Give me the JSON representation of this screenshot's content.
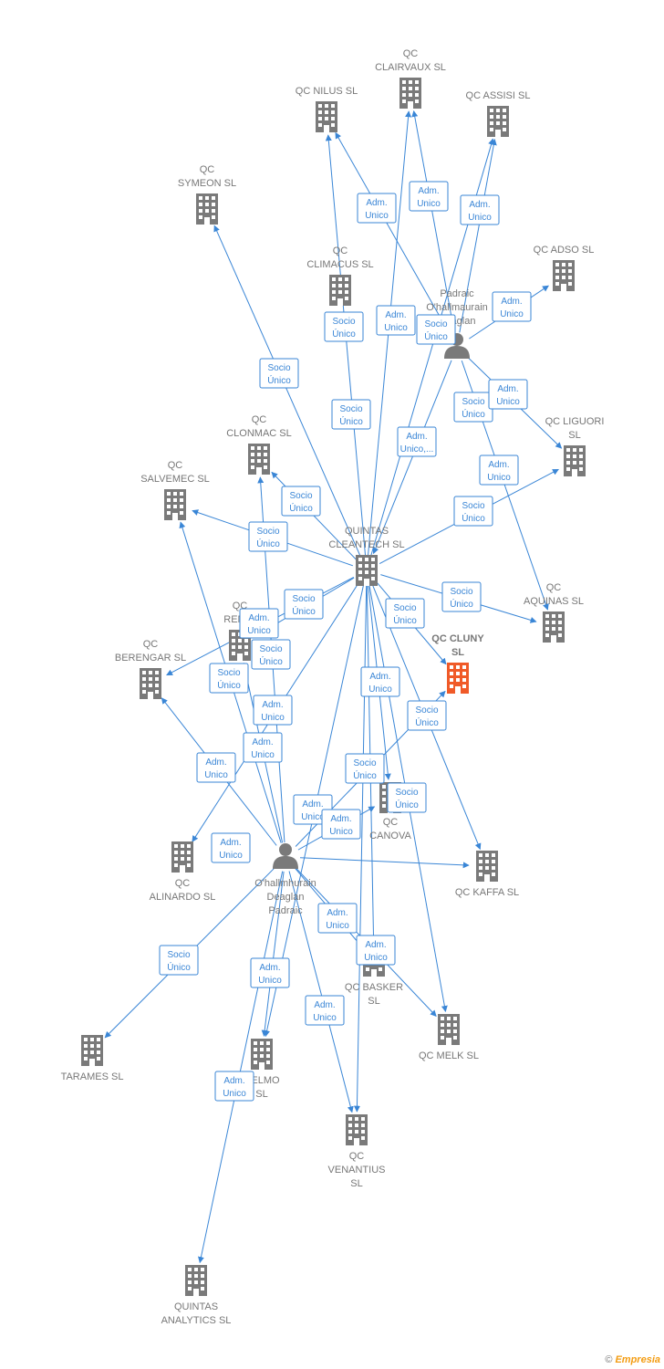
{
  "colors": {
    "edge": "#3a86d6",
    "building": "#7a7a7a",
    "highlight": "#f05a28",
    "person": "#7a7a7a"
  },
  "nodes": [
    {
      "id": "clairvaux",
      "kind": "company",
      "lines": [
        "QC",
        "CLAIRVAUX  SL"
      ]
    },
    {
      "id": "nilus",
      "kind": "company",
      "lines": [
        "QC NILUS  SL"
      ]
    },
    {
      "id": "assisi",
      "kind": "company",
      "lines": [
        "QC ASSISI  SL"
      ]
    },
    {
      "id": "symeon",
      "kind": "company",
      "lines": [
        "QC",
        "SYMEON  SL"
      ]
    },
    {
      "id": "climacus",
      "kind": "company",
      "lines": [
        "QC",
        "CLIMACUS  SL"
      ]
    },
    {
      "id": "adso",
      "kind": "company",
      "lines": [
        "QC ADSO  SL"
      ]
    },
    {
      "id": "padraic1",
      "kind": "person",
      "lines": [
        "Padraic",
        "O'hallmaurain",
        "Deaglan"
      ]
    },
    {
      "id": "liguori",
      "kind": "company",
      "lines": [
        "QC LIGUORI",
        "SL"
      ]
    },
    {
      "id": "clonmac",
      "kind": "company",
      "lines": [
        "QC",
        "CLONMAC  SL"
      ]
    },
    {
      "id": "salvemec",
      "kind": "company",
      "lines": [
        "QC",
        "SALVEMEC  SL"
      ]
    },
    {
      "id": "quintas_cleantech",
      "kind": "company",
      "lines": [
        "QUINTAS",
        "CLEANTECH SL"
      ]
    },
    {
      "id": "aquinas",
      "kind": "company",
      "lines": [
        "QC",
        "AQUINAS  SL"
      ]
    },
    {
      "id": "remic",
      "kind": "company",
      "lines": [
        "QC",
        "REMIC"
      ]
    },
    {
      "id": "cluny",
      "kind": "company",
      "highlight": true,
      "lines": [
        "QC CLUNY",
        "SL"
      ]
    },
    {
      "id": "berengar",
      "kind": "company",
      "lines": [
        "QC",
        "BERENGAR  SL"
      ]
    },
    {
      "id": "canova",
      "kind": "company",
      "lines": [
        "QC",
        "CANOVA"
      ]
    },
    {
      "id": "alinardo",
      "kind": "company",
      "lines": [
        "QC",
        "ALINARDO  SL"
      ]
    },
    {
      "id": "padraic2",
      "kind": "person",
      "lines": [
        "O'hallmhurain",
        "Deaglan",
        "Padraic"
      ]
    },
    {
      "id": "kaffa",
      "kind": "company",
      "lines": [
        "QC KAFFA  SL"
      ]
    },
    {
      "id": "basker",
      "kind": "company",
      "lines": [
        "QC BASKER",
        "SL"
      ]
    },
    {
      "id": "melk",
      "kind": "company",
      "lines": [
        "QC MELK  SL"
      ]
    },
    {
      "id": "tarames",
      "kind": "company",
      "lines": [
        "TARAMES  SL"
      ]
    },
    {
      "id": "delmo",
      "kind": "company",
      "lines": [
        "DELMO",
        "SL"
      ]
    },
    {
      "id": "venantius",
      "kind": "company",
      "lines": [
        "QC",
        "VENANTIUS",
        "SL"
      ]
    },
    {
      "id": "quintas_analytics",
      "kind": "company",
      "lines": [
        "QUINTAS",
        "ANALYTICS  SL"
      ]
    }
  ],
  "relations": [
    {
      "lines": [
        "Adm.",
        "Unico"
      ]
    },
    {
      "lines": [
        "Adm.",
        "Unico"
      ]
    },
    {
      "lines": [
        "Adm.",
        "Unico"
      ]
    },
    {
      "lines": [
        "Socio",
        "Único"
      ]
    },
    {
      "lines": [
        "Adm.",
        "Unico"
      ]
    },
    {
      "lines": [
        "Adm.",
        "Unico"
      ]
    },
    {
      "lines": [
        "Socio",
        "Único"
      ]
    },
    {
      "lines": [
        "Socio",
        "Único"
      ]
    },
    {
      "lines": [
        "Socio",
        "Único"
      ]
    },
    {
      "lines": [
        "Socio",
        "Único"
      ]
    },
    {
      "lines": [
        "Adm.",
        "Unico"
      ]
    },
    {
      "lines": [
        "Adm.",
        "Unico,..."
      ]
    },
    {
      "lines": [
        "Adm.",
        "Unico"
      ]
    },
    {
      "lines": [
        "Socio",
        "Único"
      ]
    },
    {
      "lines": [
        "Socio",
        "Único"
      ]
    },
    {
      "lines": [
        "Socio",
        "Único"
      ]
    },
    {
      "lines": [
        "Socio",
        "Único"
      ]
    },
    {
      "lines": [
        "Socio",
        "Único"
      ]
    },
    {
      "lines": [
        "Socio",
        "Único"
      ]
    },
    {
      "lines": [
        "Adm.",
        "Unico"
      ]
    },
    {
      "lines": [
        "Adm.",
        "Unico"
      ]
    },
    {
      "lines": [
        "Socio",
        "Único"
      ]
    },
    {
      "lines": [
        "Socio",
        "Único"
      ]
    },
    {
      "lines": [
        "Socio",
        "Único"
      ]
    },
    {
      "lines": [
        "Adm.",
        "Unico"
      ]
    },
    {
      "lines": [
        "Adm.",
        "Unico"
      ]
    },
    {
      "lines": [
        "Adm.",
        "Unico"
      ]
    },
    {
      "lines": [
        "Socio",
        "Único"
      ]
    },
    {
      "lines": [
        "Adm.",
        "Unico"
      ]
    },
    {
      "lines": [
        "Socio",
        "Único"
      ]
    },
    {
      "lines": [
        "Adm.",
        "Unico"
      ]
    },
    {
      "lines": [
        "Adm.",
        "Unico"
      ]
    },
    {
      "lines": [
        "Socio",
        "Único"
      ]
    },
    {
      "lines": [
        "Adm.",
        "Unico"
      ]
    },
    {
      "lines": [
        "Adm.",
        "Unico"
      ]
    },
    {
      "lines": [
        "Adm.",
        "Unico"
      ]
    },
    {
      "lines": [
        "Adm.",
        "Unico"
      ]
    },
    {
      "lines": [
        "Adm.",
        "Unico"
      ]
    }
  ],
  "brand": {
    "copyright": "©",
    "name": "Empresia"
  }
}
